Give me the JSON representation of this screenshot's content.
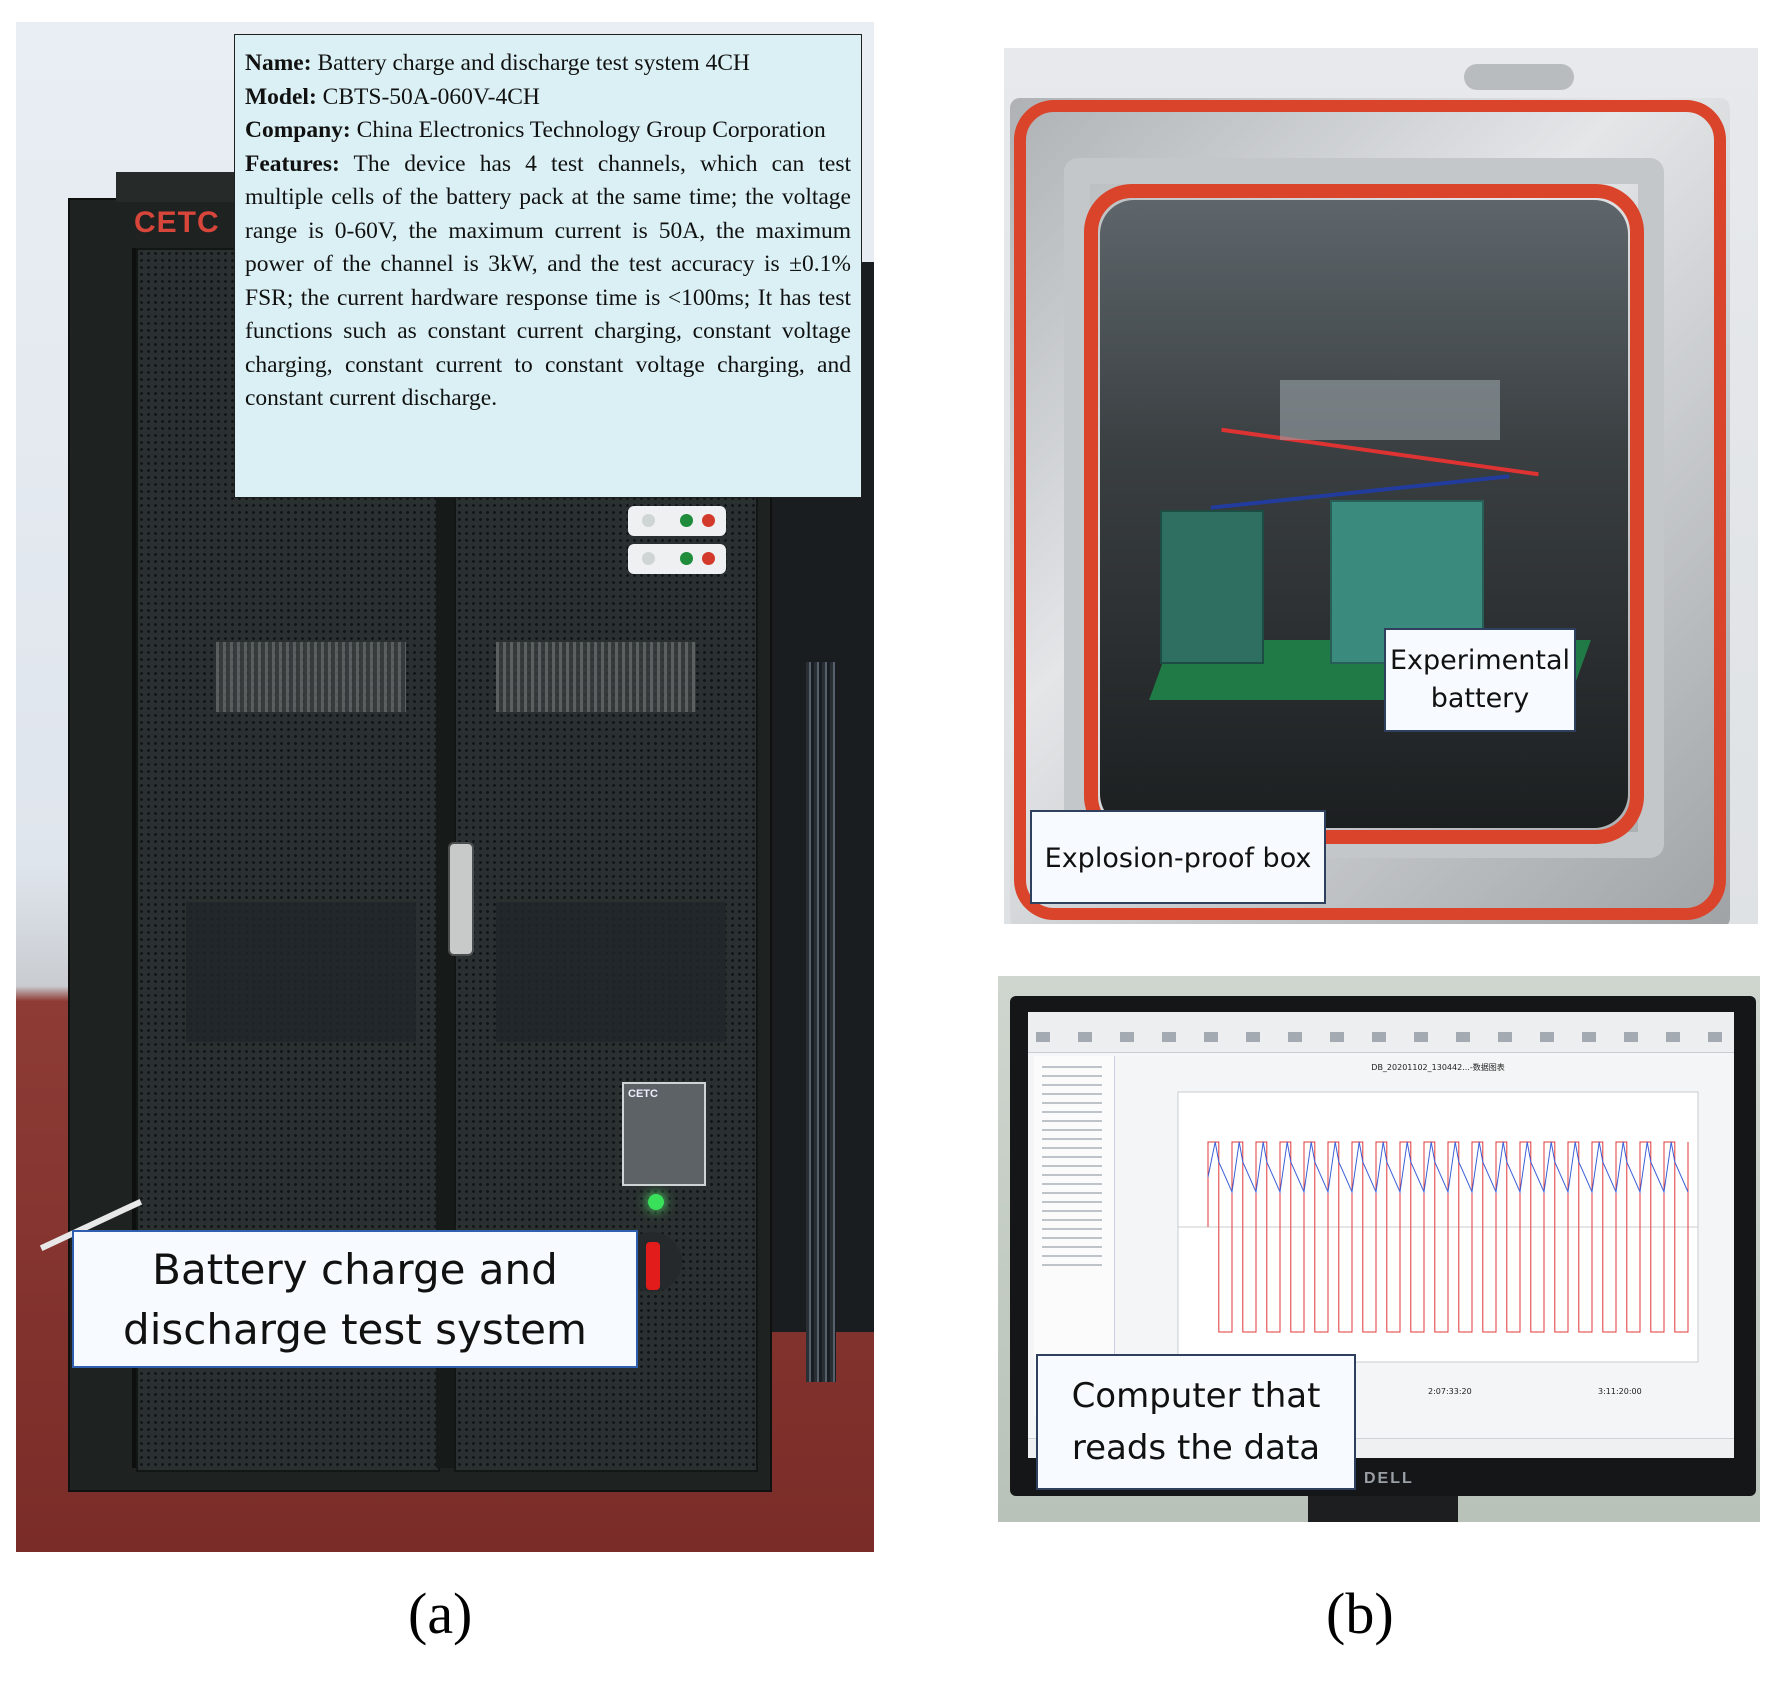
{
  "panel_a": {
    "info": {
      "name_label": "Name:",
      "name_value": " Battery charge and discharge test system 4CH",
      "model_label": "Model:",
      "model_value": " CBTS-50A-060V-4CH",
      "company_label": "Company:",
      "company_value": " China Electronics Technology Group Corporation",
      "features_label": "Features:",
      "features_value": " The device has 4 test channels, which can test multiple cells of the battery pack at the same time; the voltage range is 0-60V, the maximum current is 50A, the maximum power of the channel is 3kW, and the test accuracy is ±0.1% FSR; the current hardware response time is <100ms; It has test functions such as constant current charging, constant voltage charging, constant current to constant voltage charging, and constant current discharge."
    },
    "logo_text": "CETC",
    "label": "Battery charge and discharge test system",
    "caption": "(a)"
  },
  "panel_b": {
    "top_labels": {
      "battery": "Experimental battery",
      "box": "Explosion-proof box"
    },
    "bottom": {
      "chart_title": "DB_20201102_130442...-数据图表",
      "tick_1": "2:07:33:20",
      "tick_2": "3:11:20:00",
      "monitor_brand": "DELL",
      "label": "Computer that reads the data"
    },
    "caption": "(b)"
  },
  "colors": {
    "info_box_bg": "#daf0f4",
    "label_border": "#2f5fae",
    "gasket_red": "#d9442a",
    "current_trace": "#e0373a",
    "voltage_trace": "#3c5fd6"
  }
}
